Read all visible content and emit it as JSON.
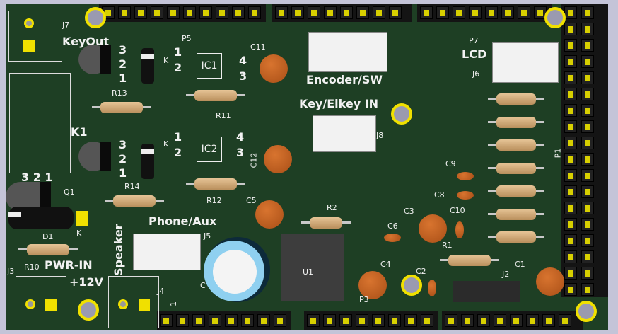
{
  "labels": {
    "J7": "J7",
    "KeyOut": "KeyOut",
    "K1": "K1",
    "P5": "P5",
    "IC1": "IC1",
    "IC2": "IC2",
    "C11": "C11",
    "C12": "C12",
    "R11": "R11",
    "R12": "R12",
    "R13": "R13",
    "R14": "R14",
    "Q1": "Q1",
    "D1": "D1",
    "R10": "R10",
    "J3": "J3",
    "PWR_IN": "PWR-IN",
    "V12": "+12V",
    "Speaker": "Speaker",
    "J4": "J4",
    "Phone_Aux": "Phone/Aux",
    "J5": "J5",
    "C5": "C5",
    "R2": "R2",
    "U1": "U1",
    "C4": "C4",
    "C6": "C6",
    "C3": "C3",
    "C10": "C10",
    "C8": "C8",
    "C9": "C9",
    "R1": "R1",
    "C2": "C2",
    "J2": "J2",
    "C1": "C1",
    "P1": "P1",
    "P7": "P7",
    "LCD": "LCD",
    "J6": "J6",
    "J8": "J8",
    "Encoder_SW": "Encoder/SW",
    "Key_Elkey_IN": "Key/Elkey IN",
    "P3": "P3",
    "C_elec": "C",
    "K": "K",
    "pin1": "1"
  },
  "pin_numbers": {
    "one": "1",
    "two": "2",
    "three": "3",
    "four": "4",
    "q_order": "3 2 1"
  },
  "colors": {
    "board": "#1e3f24",
    "silk": "#f2f2f2",
    "pad": "#f0e000"
  }
}
